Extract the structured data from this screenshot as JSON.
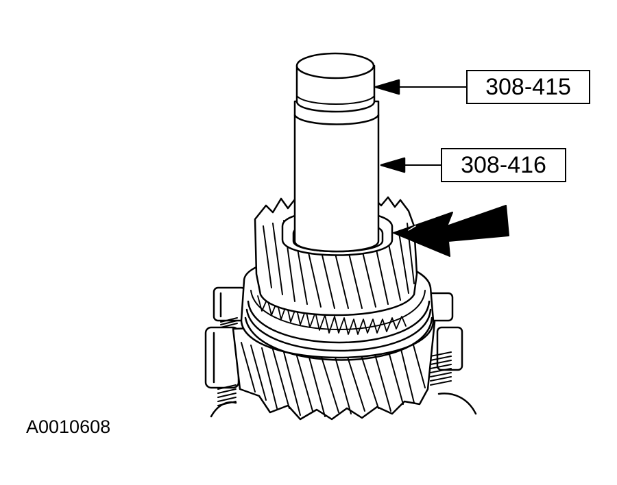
{
  "callouts": [
    {
      "id": "tool-308-415",
      "label": "308-415"
    },
    {
      "id": "tool-308-416",
      "label": "308-416"
    }
  ],
  "figure_id": "A0010608",
  "colors": {
    "line": "#000000",
    "background": "#ffffff"
  }
}
